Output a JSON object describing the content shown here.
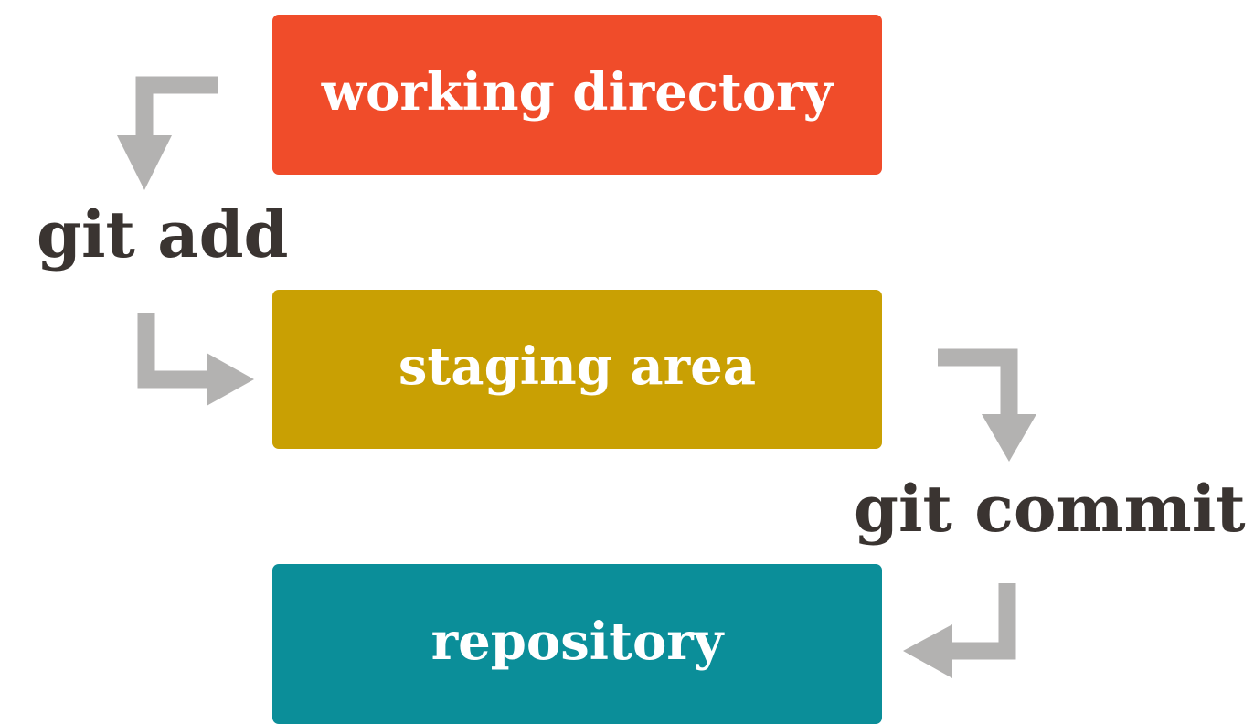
{
  "stages": {
    "working": {
      "label": "working directory",
      "color": "#f04c2a"
    },
    "staging": {
      "label": "staging area",
      "color": "#c9a003"
    },
    "repository": {
      "label": "repository",
      "color": "#0b8e99"
    }
  },
  "commands": {
    "add": "git add",
    "commit": "git commit"
  },
  "arrow_color": "#b3b2b1"
}
